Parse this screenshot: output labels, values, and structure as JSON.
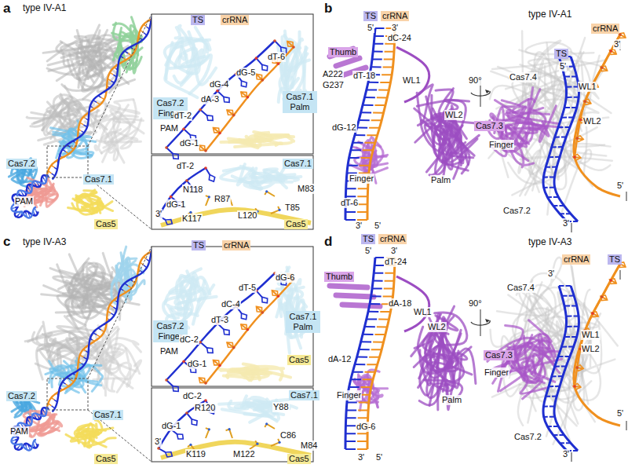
{
  "diagram": {
    "nodes": [
      {
        "text": [
          "TS"
        ]
      },
      {
        "text": [
          "crRNA"
        ]
      },
      {
        "text": [
          "Cas7.2 Finger"
        ]
      },
      {
        "text": [
          "Cas7.1 Palm"
        ]
      },
      {
        "text": [
          "Cas7.2"
        ]
      },
      {
        "text": [
          "Cas7.1"
        ]
      },
      {
        "text": [
          "Cas7.1"
        ]
      },
      {
        "text": [
          "Cas5"
        ]
      },
      {
        "text": [
          "Cas5"
        ]
      },
      {
        "text": [
          "TS"
        ]
      },
      {
        "text": [
          "crRNA"
        ]
      },
      {
        "text": [
          "Thumb"
        ]
      },
      {
        "text": [
          "crRNA"
        ]
      },
      {
        "text": [
          "TS"
        ]
      },
      {
        "text": [
          "Cas7.3"
        ]
      },
      {
        "text": [
          "TS"
        ]
      },
      {
        "text": [
          "crRNA"
        ]
      },
      {
        "text": [
          "Cas7.2 Finger"
        ]
      },
      {
        "text": [
          "Cas7.1 Palm"
        ]
      },
      {
        "text": [
          "Cas5"
        ]
      },
      {
        "text": [
          "Cas7.2"
        ]
      },
      {
        "text": [
          "Cas7.1"
        ]
      },
      {
        "text": [
          "Cas7.1"
        ]
      },
      {
        "text": [
          "Cas5"
        ]
      },
      {
        "text": [
          "Cas5"
        ]
      },
      {
        "text": [
          "TS"
        ]
      },
      {
        "text": [
          "crRNA"
        ]
      },
      {
        "text": [
          "Thumb"
        ]
      },
      {
        "text": [
          "crRNA"
        ]
      },
      {
        "text": [
          "TS"
        ]
      },
      {
        "text": [
          "Cas7.3"
        ]
      }
    ],
    "labels": [
      "a",
      "type IV-A1",
      "dT-6",
      "dG-5",
      "dG-4",
      "dA-3",
      "dT-2",
      "PAM",
      "dG-1",
      "PAM",
      "dT-2",
      "N118",
      "M83",
      "R87",
      "dG-1",
      "3'",
      "T85",
      "K117",
      "L120",
      "b",
      "5'",
      "3'",
      "dC-24",
      "A222",
      "G237",
      "dT-18",
      "WL1",
      "WL2",
      "dG-12",
      "Finger",
      "Palm",
      "dT-6",
      "3'",
      "5'",
      "type IV-A1",
      "3'",
      "5'",
      "90°",
      "Cas7.4",
      "WL1",
      "WL2",
      "Finger",
      "5'",
      "Cas7.2",
      "3'",
      "c",
      "type IV-A3",
      "dG-6",
      "dT-5",
      "dC-4",
      "dT-3",
      "dC-2",
      "PAM",
      "dG-1",
      "PAM",
      "dC-2",
      "R120",
      "Y88",
      "dG-1",
      "3'",
      "C86",
      "M84",
      "K119",
      "M122",
      "d",
      "5'",
      "3'",
      "dT-24",
      "dA-18",
      "WL1",
      "WL2",
      "dA-12",
      "Finger",
      "Palm",
      "dG-6",
      "3'",
      "5'",
      "type IV-A3",
      "3'",
      "90°",
      "Cas7.4",
      "WL1",
      "WL2",
      "Finger",
      "5'",
      "Cas7.2",
      "3'"
    ]
  }
}
